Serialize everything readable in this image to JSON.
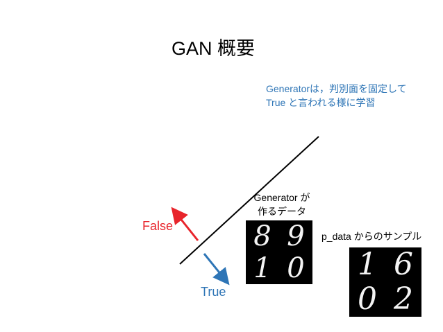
{
  "slide": {
    "title": "GAN 概要",
    "note_lines": [
      "Generatorは，判別面を固定して",
      "True と言われる様に学習"
    ],
    "generator_label_lines": [
      "Generator が",
      "作るデータ"
    ],
    "pdata_label": "p_data からのサンプル",
    "false_label": "False",
    "true_label": "True",
    "generated_digits": [
      "8",
      "9",
      "1",
      "0"
    ],
    "real_digits": [
      "1",
      "6",
      "0",
      "2"
    ]
  },
  "colors": {
    "false_arrow": "#e8242b",
    "true_arrow": "#2e75b6",
    "note_text": "#2e75b6"
  }
}
